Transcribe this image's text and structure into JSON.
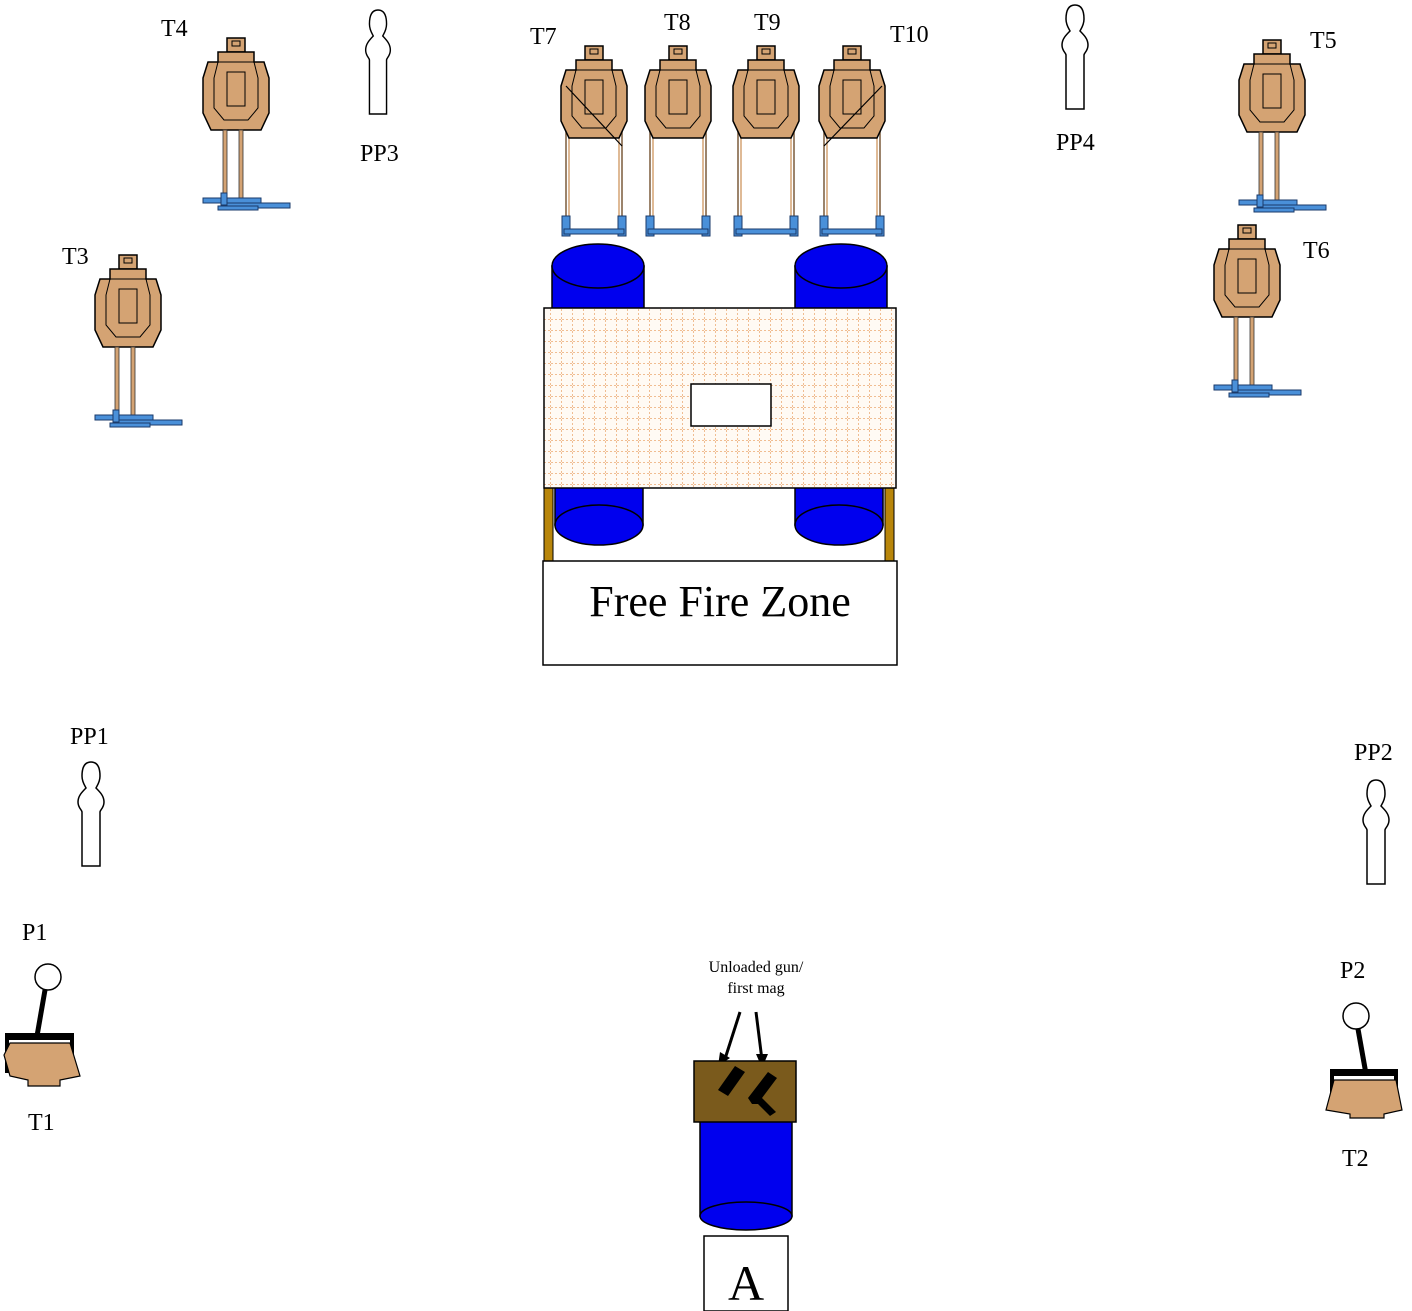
{
  "targets": {
    "t1": "T1",
    "t2": "T2",
    "t3": "T3",
    "t4": "T4",
    "t5": "T5",
    "t6": "T6",
    "t7": "T7",
    "t8": "T8",
    "t9": "T9",
    "t10": "T10"
  },
  "no_shoots": {
    "pp1": "PP1",
    "pp2": "PP2",
    "pp3": "PP3",
    "pp4": "PP4"
  },
  "poppers": {
    "p1": "P1",
    "p2": "P2"
  },
  "free_fire_zone": "Free Fire Zone",
  "start_position": "A",
  "start_note": {
    "line1": "Unloaded gun/",
    "line2": "first mag"
  },
  "colors": {
    "target_tan": "#D4A373",
    "barrel_blue": "#0000EE",
    "stand_blue": "#4A90D9",
    "table_brown": "#7A5A1C",
    "table_leg": "#B8860B",
    "grid_orange": "#E08030"
  }
}
